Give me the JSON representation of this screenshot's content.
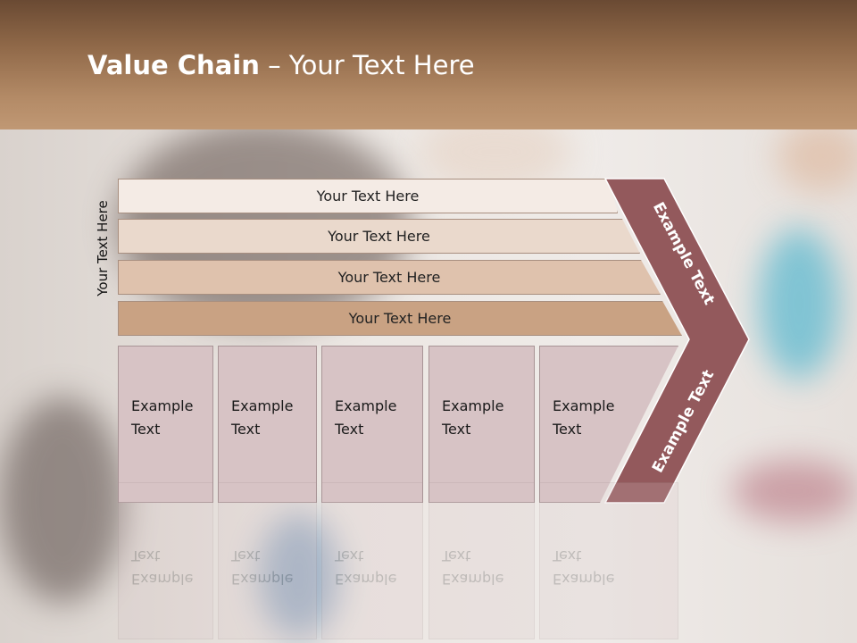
{
  "slide": {
    "title_bold": "Value Chain",
    "title_rest": " – Your Text Here",
    "vertical_label": "Your Text Here"
  },
  "rows": [
    {
      "label": "Your Text Here",
      "color": "#f4ebe5"
    },
    {
      "label": "Your Text Here",
      "color": "#ead9cc"
    },
    {
      "label": "Your Text Here",
      "color": "#dfc2ad"
    },
    {
      "label": "Your Text Here",
      "color": "#c9a283"
    }
  ],
  "columns": [
    {
      "line1": "Example",
      "line2": "Text"
    },
    {
      "line1": "Example",
      "line2": "Text"
    },
    {
      "line1": "Example",
      "line2": "Text"
    },
    {
      "line1": "Example",
      "line2": "Text"
    },
    {
      "line1": "Example",
      "line2": "Text"
    }
  ],
  "chevron": {
    "upper_text": "Example Text",
    "lower_text": "Example Text",
    "color": "#93595c"
  }
}
